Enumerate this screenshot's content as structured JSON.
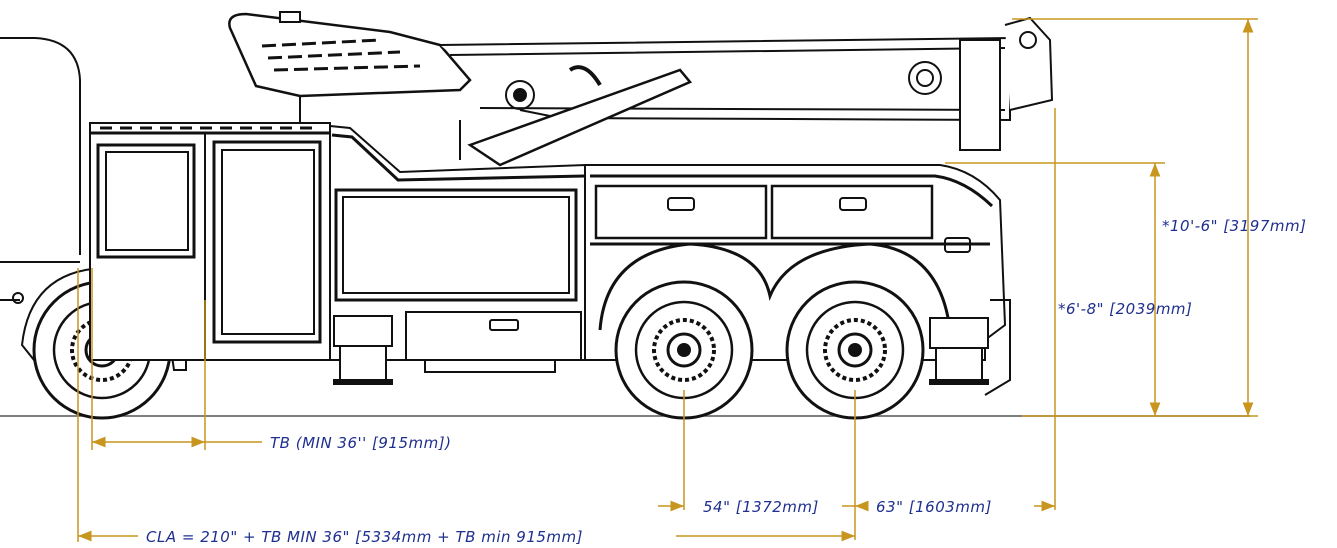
{
  "colors": {
    "dimension": "#c8961e",
    "dimension_text": "#1f2f8f",
    "line": "#111111",
    "wheel": "#1a1a1a"
  },
  "dimensions": {
    "overall_height": "*10'-6\" [3197mm]",
    "body_height": "*6'-8\" [2039mm]",
    "tb": "TB (MIN 36'' [915mm])",
    "tandem_spacing": "54\" [1372mm]",
    "rear_overhang": "63\" [1603mm]",
    "cla": "CLA = 210\" + TB MIN 36\" [5334mm + TB min 915mm]"
  }
}
